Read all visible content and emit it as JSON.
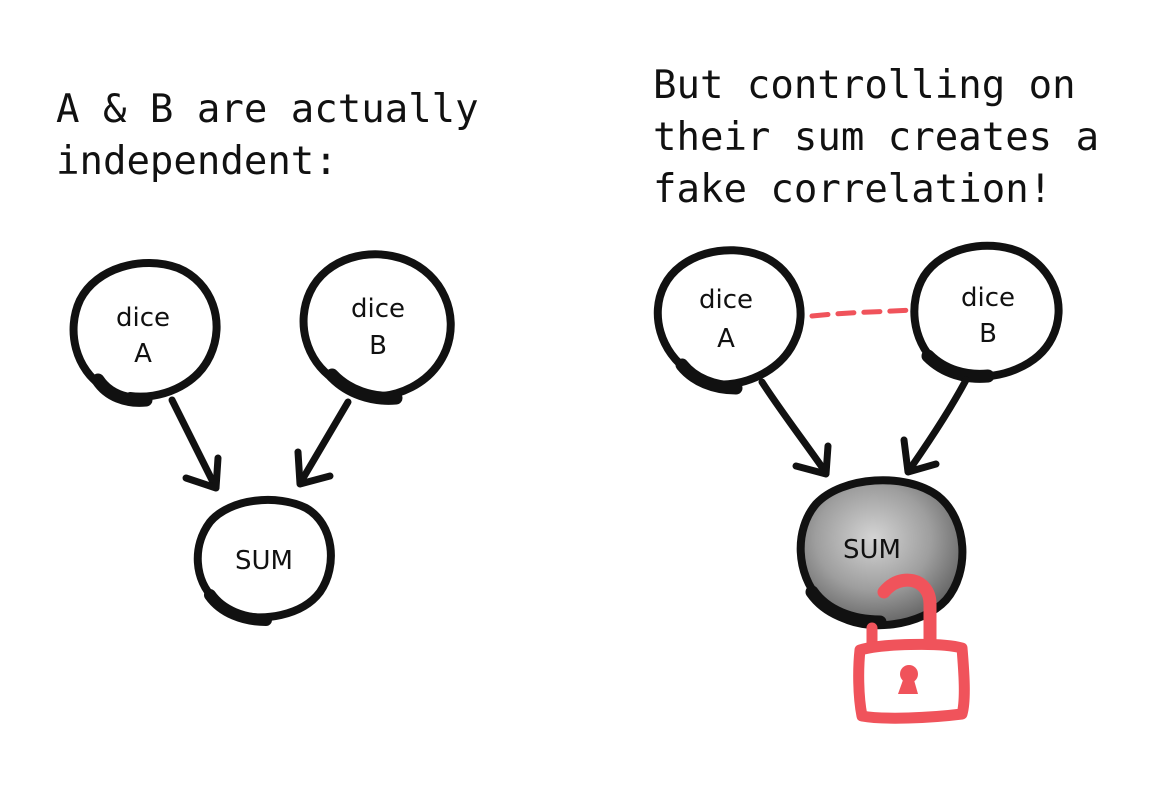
{
  "left_panel": {
    "caption_lines": [
      "A & B are actually",
      "independent:"
    ],
    "nodes": {
      "dice_a": [
        "dice",
        "A"
      ],
      "dice_b": [
        "dice",
        "B"
      ],
      "sum": "SUM"
    }
  },
  "right_panel": {
    "caption_lines": [
      "But controlling on",
      "their sum creates a",
      "fake correlation!"
    ],
    "nodes": {
      "dice_a": [
        "dice",
        "A"
      ],
      "dice_b": [
        "dice",
        "B"
      ],
      "sum": "SUM"
    }
  },
  "colors": {
    "ink": "#111111",
    "accent_red": "#f0535b",
    "controlled_fill": "#9a9a9a"
  },
  "icons": [
    "padlock-icon"
  ]
}
